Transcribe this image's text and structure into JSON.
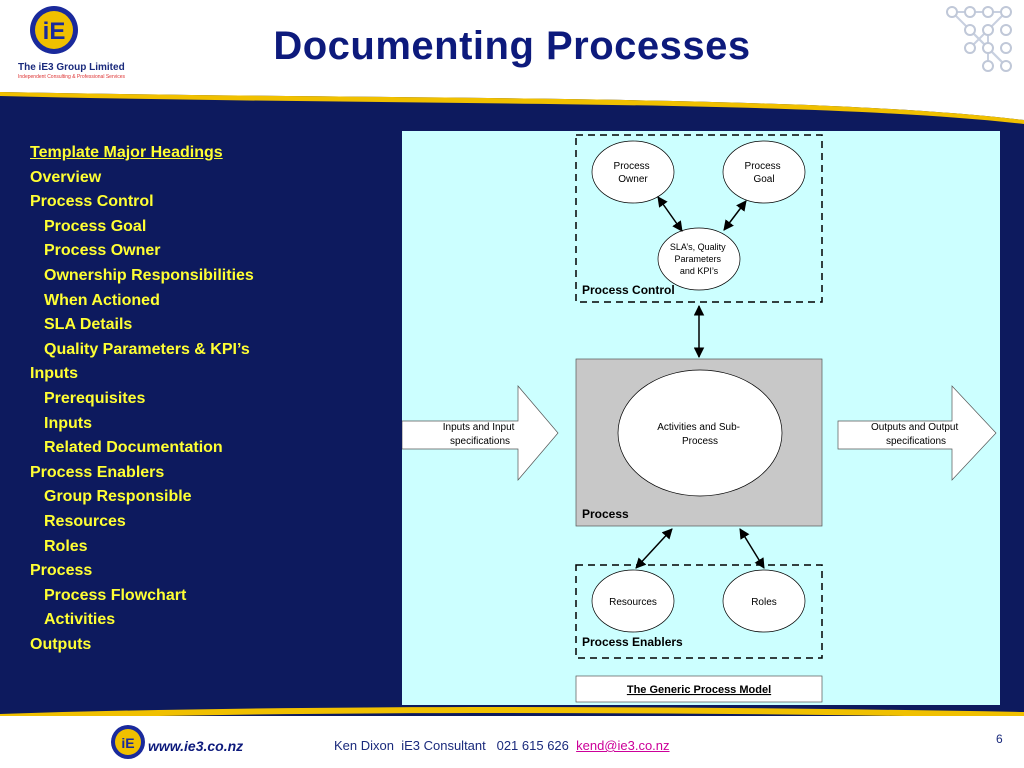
{
  "slide": {
    "title": "Documenting Processes",
    "logo_name": "The iE3 Group Limited",
    "logo_tagline": "Independent Consulting & Professional Services",
    "logo_mark": "iE"
  },
  "outline": [
    {
      "text": "Template Major Headings",
      "level": 0,
      "underline": true
    },
    {
      "text": "Overview",
      "level": 0
    },
    {
      "text": "Process Control",
      "level": 0
    },
    {
      "text": "Process Goal",
      "level": 1
    },
    {
      "text": "Process Owner",
      "level": 1
    },
    {
      "text": "Ownership Responsibilities",
      "level": 1
    },
    {
      "text": "When Actioned",
      "level": 1
    },
    {
      "text": "SLA Details",
      "level": 1
    },
    {
      "text": "Quality Parameters & KPI’s",
      "level": 1
    },
    {
      "text": "Inputs",
      "level": 0
    },
    {
      "text": "Prerequisites",
      "level": 1
    },
    {
      "text": "Inputs",
      "level": 1
    },
    {
      "text": "Related Documentation",
      "level": 1
    },
    {
      "text": "Process Enablers",
      "level": 0
    },
    {
      "text": "Group Responsible",
      "level": 1
    },
    {
      "text": "Resources",
      "level": 1
    },
    {
      "text": "Roles",
      "level": 1
    },
    {
      "text": "Process",
      "level": 0
    },
    {
      "text": "Process Flowchart",
      "level": 1
    },
    {
      "text": "Activities",
      "level": 1
    },
    {
      "text": "Outputs",
      "level": 0
    }
  ],
  "diagram": {
    "process_owner": [
      "Process",
      "Owner"
    ],
    "process_goal": [
      "Process",
      "Goal"
    ],
    "sla": [
      "SLA’s, Quality",
      "Parameters",
      "and KPI’s"
    ],
    "process_control_label": "Process Control",
    "activities": [
      "Activities and Sub-",
      "Process"
    ],
    "process_label": "Process",
    "inputs": [
      "Inputs and Input",
      "specifications"
    ],
    "outputs": [
      "Outputs and Output",
      "specifications"
    ],
    "resources": "Resources",
    "roles": "Roles",
    "enablers_label": "Process Enablers",
    "caption": "The Generic Process Model"
  },
  "footer": {
    "url": "www.ie3.co.nz",
    "info": "Ken Dixon  iE3 Consultant   021 615 626  ",
    "email": "kend@ie3.co.nz",
    "page_number": "6"
  },
  "colors": {
    "navy": "#0d1a5e",
    "outline_text": "#ffff33",
    "diagram_bg": "#ccffff",
    "process_box": "#c8c8c8",
    "accent_gold": "#f0c000"
  }
}
